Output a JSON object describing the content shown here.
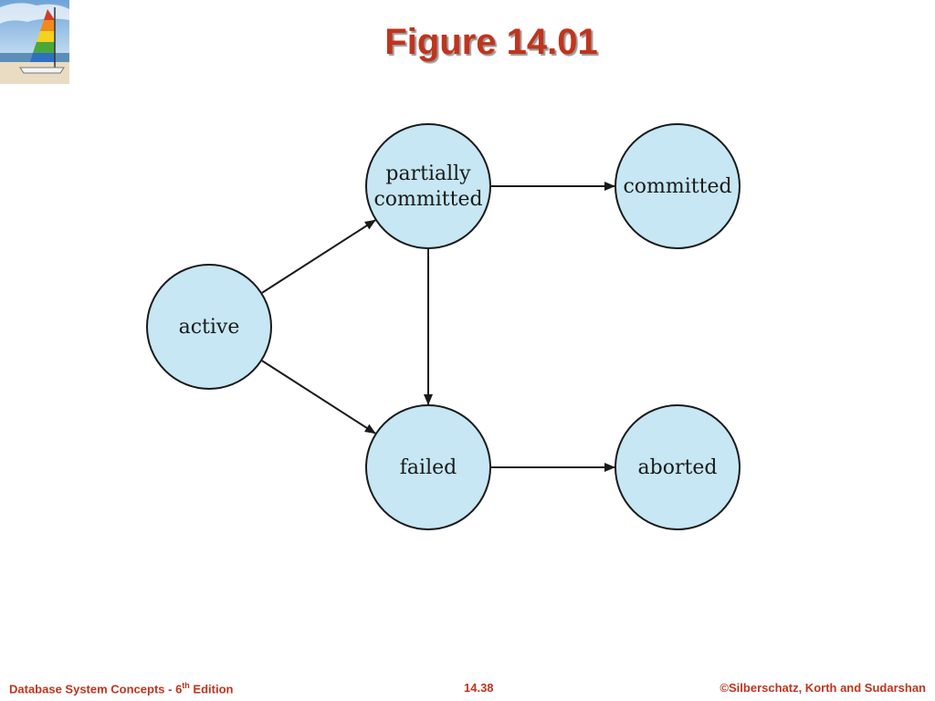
{
  "slide": {
    "title": "Figure 14.01"
  },
  "diagram": {
    "nodes": [
      {
        "id": "active",
        "label_lines": [
          "active"
        ]
      },
      {
        "id": "partially-committed",
        "label_lines": [
          "partially",
          "committed"
        ]
      },
      {
        "id": "committed",
        "label_lines": [
          "committed"
        ]
      },
      {
        "id": "failed",
        "label_lines": [
          "failed"
        ]
      },
      {
        "id": "aborted",
        "label_lines": [
          "aborted"
        ]
      }
    ],
    "edges": [
      {
        "from": "active",
        "to": "partially-committed"
      },
      {
        "from": "active",
        "to": "failed"
      },
      {
        "from": "partially-committed",
        "to": "committed"
      },
      {
        "from": "partially-committed",
        "to": "failed"
      },
      {
        "from": "failed",
        "to": "aborted"
      }
    ],
    "colors": {
      "node_fill": "#c6e7f3",
      "stroke": "#1a1a1a"
    }
  },
  "footer": {
    "book_prefix": "Database System Concepts - 6",
    "book_sup": "th",
    "book_suffix": " Edition",
    "page": "14.38",
    "copyright": "©Silberschatz, Korth and Sudarshan",
    "color": "#c0341d"
  }
}
